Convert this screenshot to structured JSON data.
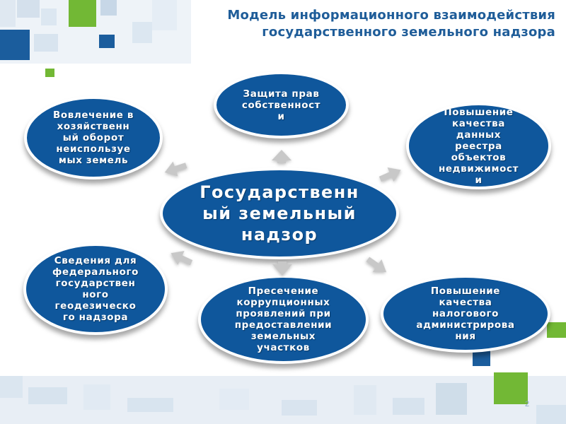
{
  "slide": {
    "title_line_1": "Модель информационного взаимодействия",
    "title_line_2": "государственного земельного надзора",
    "page_number": "2"
  },
  "diagram": {
    "center": "Государственн\nый земельный\nнадзор",
    "nodes": {
      "top": "Защита прав\nсобственност\nи",
      "left_top": "Вовлечение в\nхозяйственн\nый оборот\nнеиспользуе\nмых земель",
      "right_top": "Повышение\nкачества\nданных\nреестра\nобъектов\nнедвижимост\nи",
      "left_bottom": "Сведения для\nфедерального\nгосударствен\nного\nгеодезическо\nго надзора",
      "bottom": "Пресечение\nкоррупционных\nпроявлений при\nпредоставлении\nземельных\nучастков",
      "right_bottom": "Повышение\nкачества\nналогового\nадминистрирова\nния"
    }
  },
  "colors": {
    "primary_blue": "#0f579c",
    "accent_green": "#72b835",
    "title_blue": "#1f5d99",
    "arrow_gray": "#c8c8c8"
  }
}
